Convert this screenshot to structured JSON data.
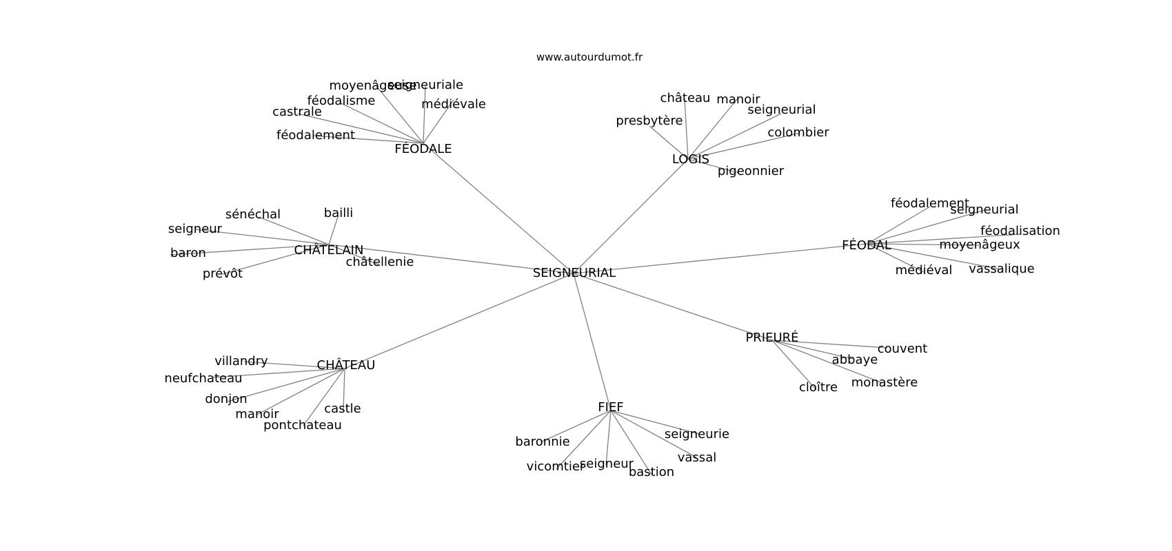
{
  "source": "www.autourdumot.fr",
  "center": "SEIGNEURIAL",
  "hubs": [
    {
      "id": "feodale",
      "label": "FÉODALE",
      "leaves": [
        "moyenâgeuse",
        "seigneuriale",
        "médiévale",
        "féodalisme",
        "castrale",
        "féodalement"
      ]
    },
    {
      "id": "logis",
      "label": "LOGIS",
      "leaves": [
        "château",
        "manoir",
        "seigneurial",
        "presbytère",
        "colombier",
        "pigeonnier"
      ]
    },
    {
      "id": "chatelain",
      "label": "CHÂTELAIN",
      "leaves": [
        "sénéchal",
        "bailli",
        "seigneur",
        "baron",
        "prévôt",
        "châtellenie"
      ]
    },
    {
      "id": "feodal",
      "label": "FÉODAL",
      "leaves": [
        "féodalement",
        "seigneurial",
        "féodalisation",
        "moyenâgeux",
        "médiéval",
        "vassalique"
      ]
    },
    {
      "id": "prieure",
      "label": "PRIEURÉ",
      "leaves": [
        "couvent",
        "abbaye",
        "monastère",
        "cloître"
      ]
    },
    {
      "id": "chateau",
      "label": "CHÂTEAU",
      "leaves": [
        "villandry",
        "neufchateau",
        "donjon",
        "manoir",
        "castle",
        "pontchateau"
      ]
    },
    {
      "id": "fief",
      "label": "FIEF",
      "leaves": [
        "seigneurie",
        "vassal",
        "baronnie",
        "vicomtier",
        "seigneur",
        "bastion"
      ]
    }
  ]
}
